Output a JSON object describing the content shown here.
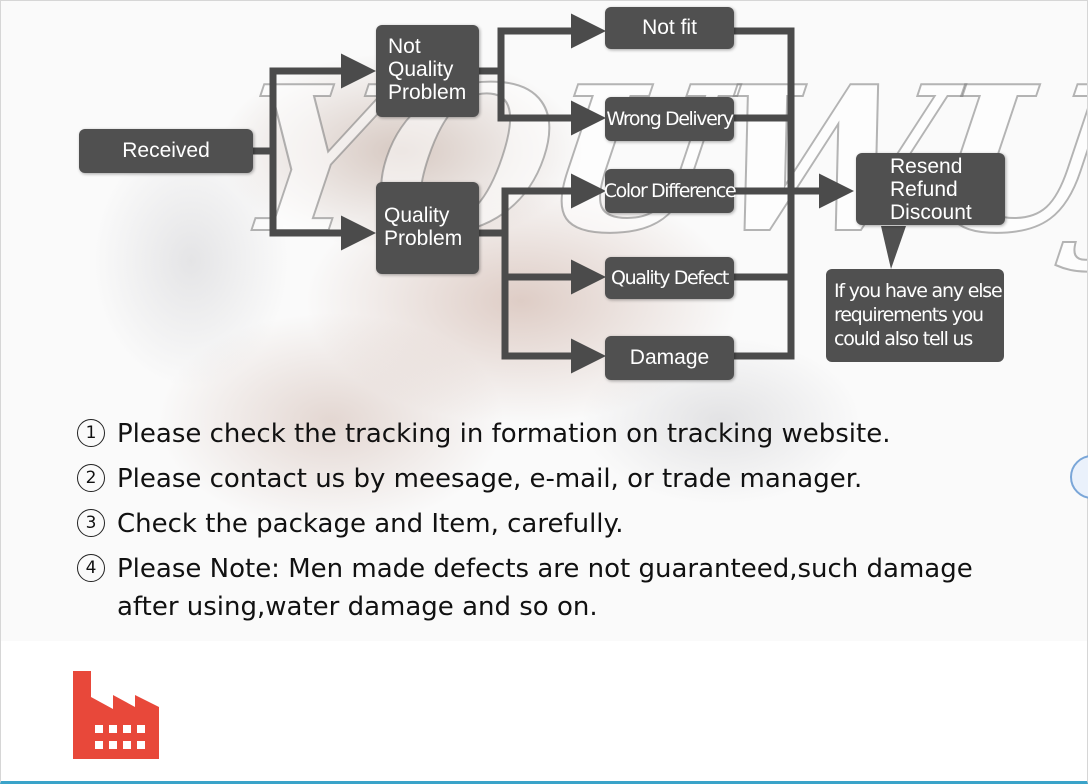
{
  "flow": {
    "received": "Received",
    "not_quality_problem": "Not\nQuality\nProblem",
    "quality_problem": "Quality\nProblem",
    "not_fit": "Not fit",
    "wrong_delivery": "Wrong Delivery",
    "color_difference": "Color Difference",
    "quality_defect": "Quality Defect",
    "damage": "Damage",
    "outcome": "Resend\nRefund\nDiscount",
    "note": "If you have any else\nrequirements you\ncould also tell us"
  },
  "watermark": "YOUWUJI",
  "steps": [
    {
      "num": "1",
      "text": "Please check the tracking in formation on tracking website."
    },
    {
      "num": "2",
      "text": "Please contact us by meesage, e-mail, or trade manager."
    },
    {
      "num": "3",
      "text": "Check the package and Item, carefully."
    },
    {
      "num": "4",
      "text": "Please Note: Men made defects  are not guaranteed,such damage after using,water damage and so on."
    }
  ],
  "icons": {
    "factory": "factory-icon"
  },
  "colors": {
    "box": "#505050",
    "arrow": "#4b4b4b",
    "factory": "#e8483a",
    "bottom_line": "#3aa3c9"
  }
}
